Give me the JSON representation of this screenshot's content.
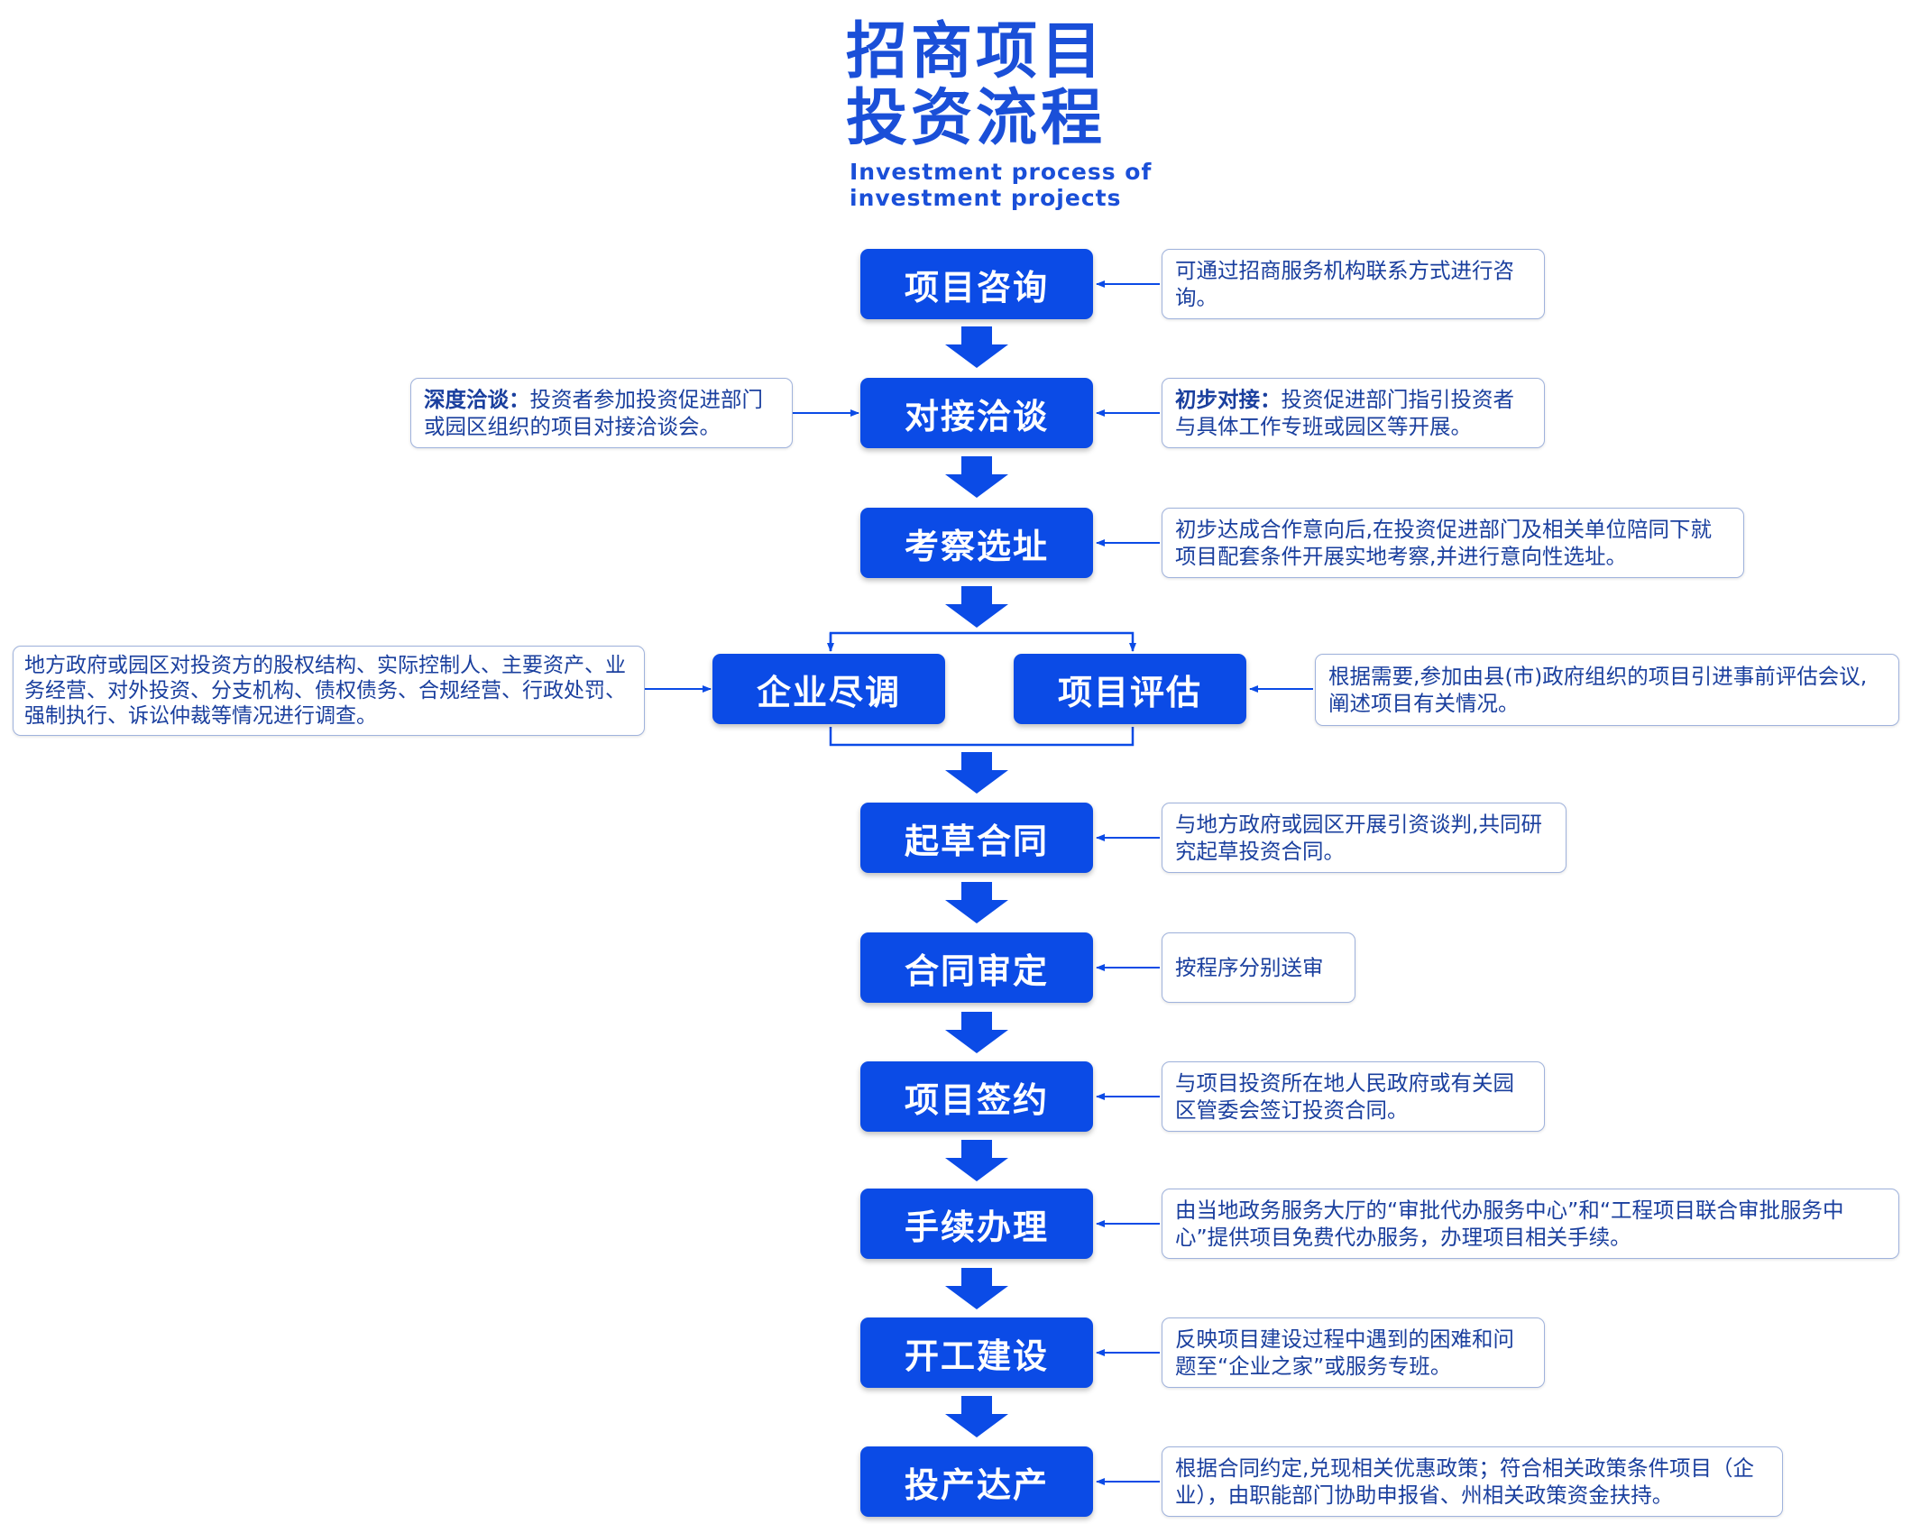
{
  "title": {
    "cn_line1": "招商项目",
    "cn_line2": "投资流程",
    "en_line1": "Investment process of",
    "en_line2": "investment projects"
  },
  "steps": {
    "consult": "项目咨询",
    "negotiate": "对接洽谈",
    "inspect": "考察选址",
    "due_diligence": "企业尽调",
    "evaluate": "项目评估",
    "draft": "起草合同",
    "review": "合同审定",
    "sign": "项目签约",
    "procedures": "手续办理",
    "construct": "开工建设",
    "production": "投产达产"
  },
  "notes": {
    "consult": "可通过招商服务机构联系方式进行咨询。",
    "negotiate_left_em": "深度洽谈：",
    "negotiate_left": "投资者参加投资促进部门或园区组织的项目对接洽谈会。",
    "negotiate_right_em": "初步对接：",
    "negotiate_right": "投资促进部门指引投资者与具体工作专班或园区等开展。",
    "inspect": "初步达成合作意向后,在投资促进部门及相关单位陪同下就项目配套条件开展实地考察,并进行意向性选址。",
    "due_diligence": "地方政府或园区对投资方的股权结构、实际控制人、主要资产、业务经营、对外投资、分支机构、债权债务、合规经营、行政处罚、强制执行、诉讼仲裁等情况进行调查。",
    "evaluate": "根据需要,参加由县(市)政府组织的项目引进事前评估会议,阐述项目有关情况。",
    "draft": "与地方政府或园区开展引资谈判,共同研究起草投资合同。",
    "review": "按程序分别送审",
    "sign": "与项目投资所在地人民政府或有关园区管委会签订投资合同。",
    "procedures": "由当地政务服务大厅的“审批代办服务中心”和“工程项目联合审批服务中心”提供项目免费代办服务，办理项目相关手续。",
    "construct": "反映项目建设过程中遇到的困难和问题至“企业之家”或服务专班。",
    "production": "根据合同约定,兑现相关优惠政策；符合相关政策条件项目（企业），由职能部门协助申报省、州相关政策资金扶持。"
  },
  "colors": {
    "step_fill": "#0b4be6",
    "title": "#1a4fd8",
    "arrow": "#0b4be6",
    "note_border": "#9fb2dc",
    "note_text": "#1a3f9e"
  }
}
